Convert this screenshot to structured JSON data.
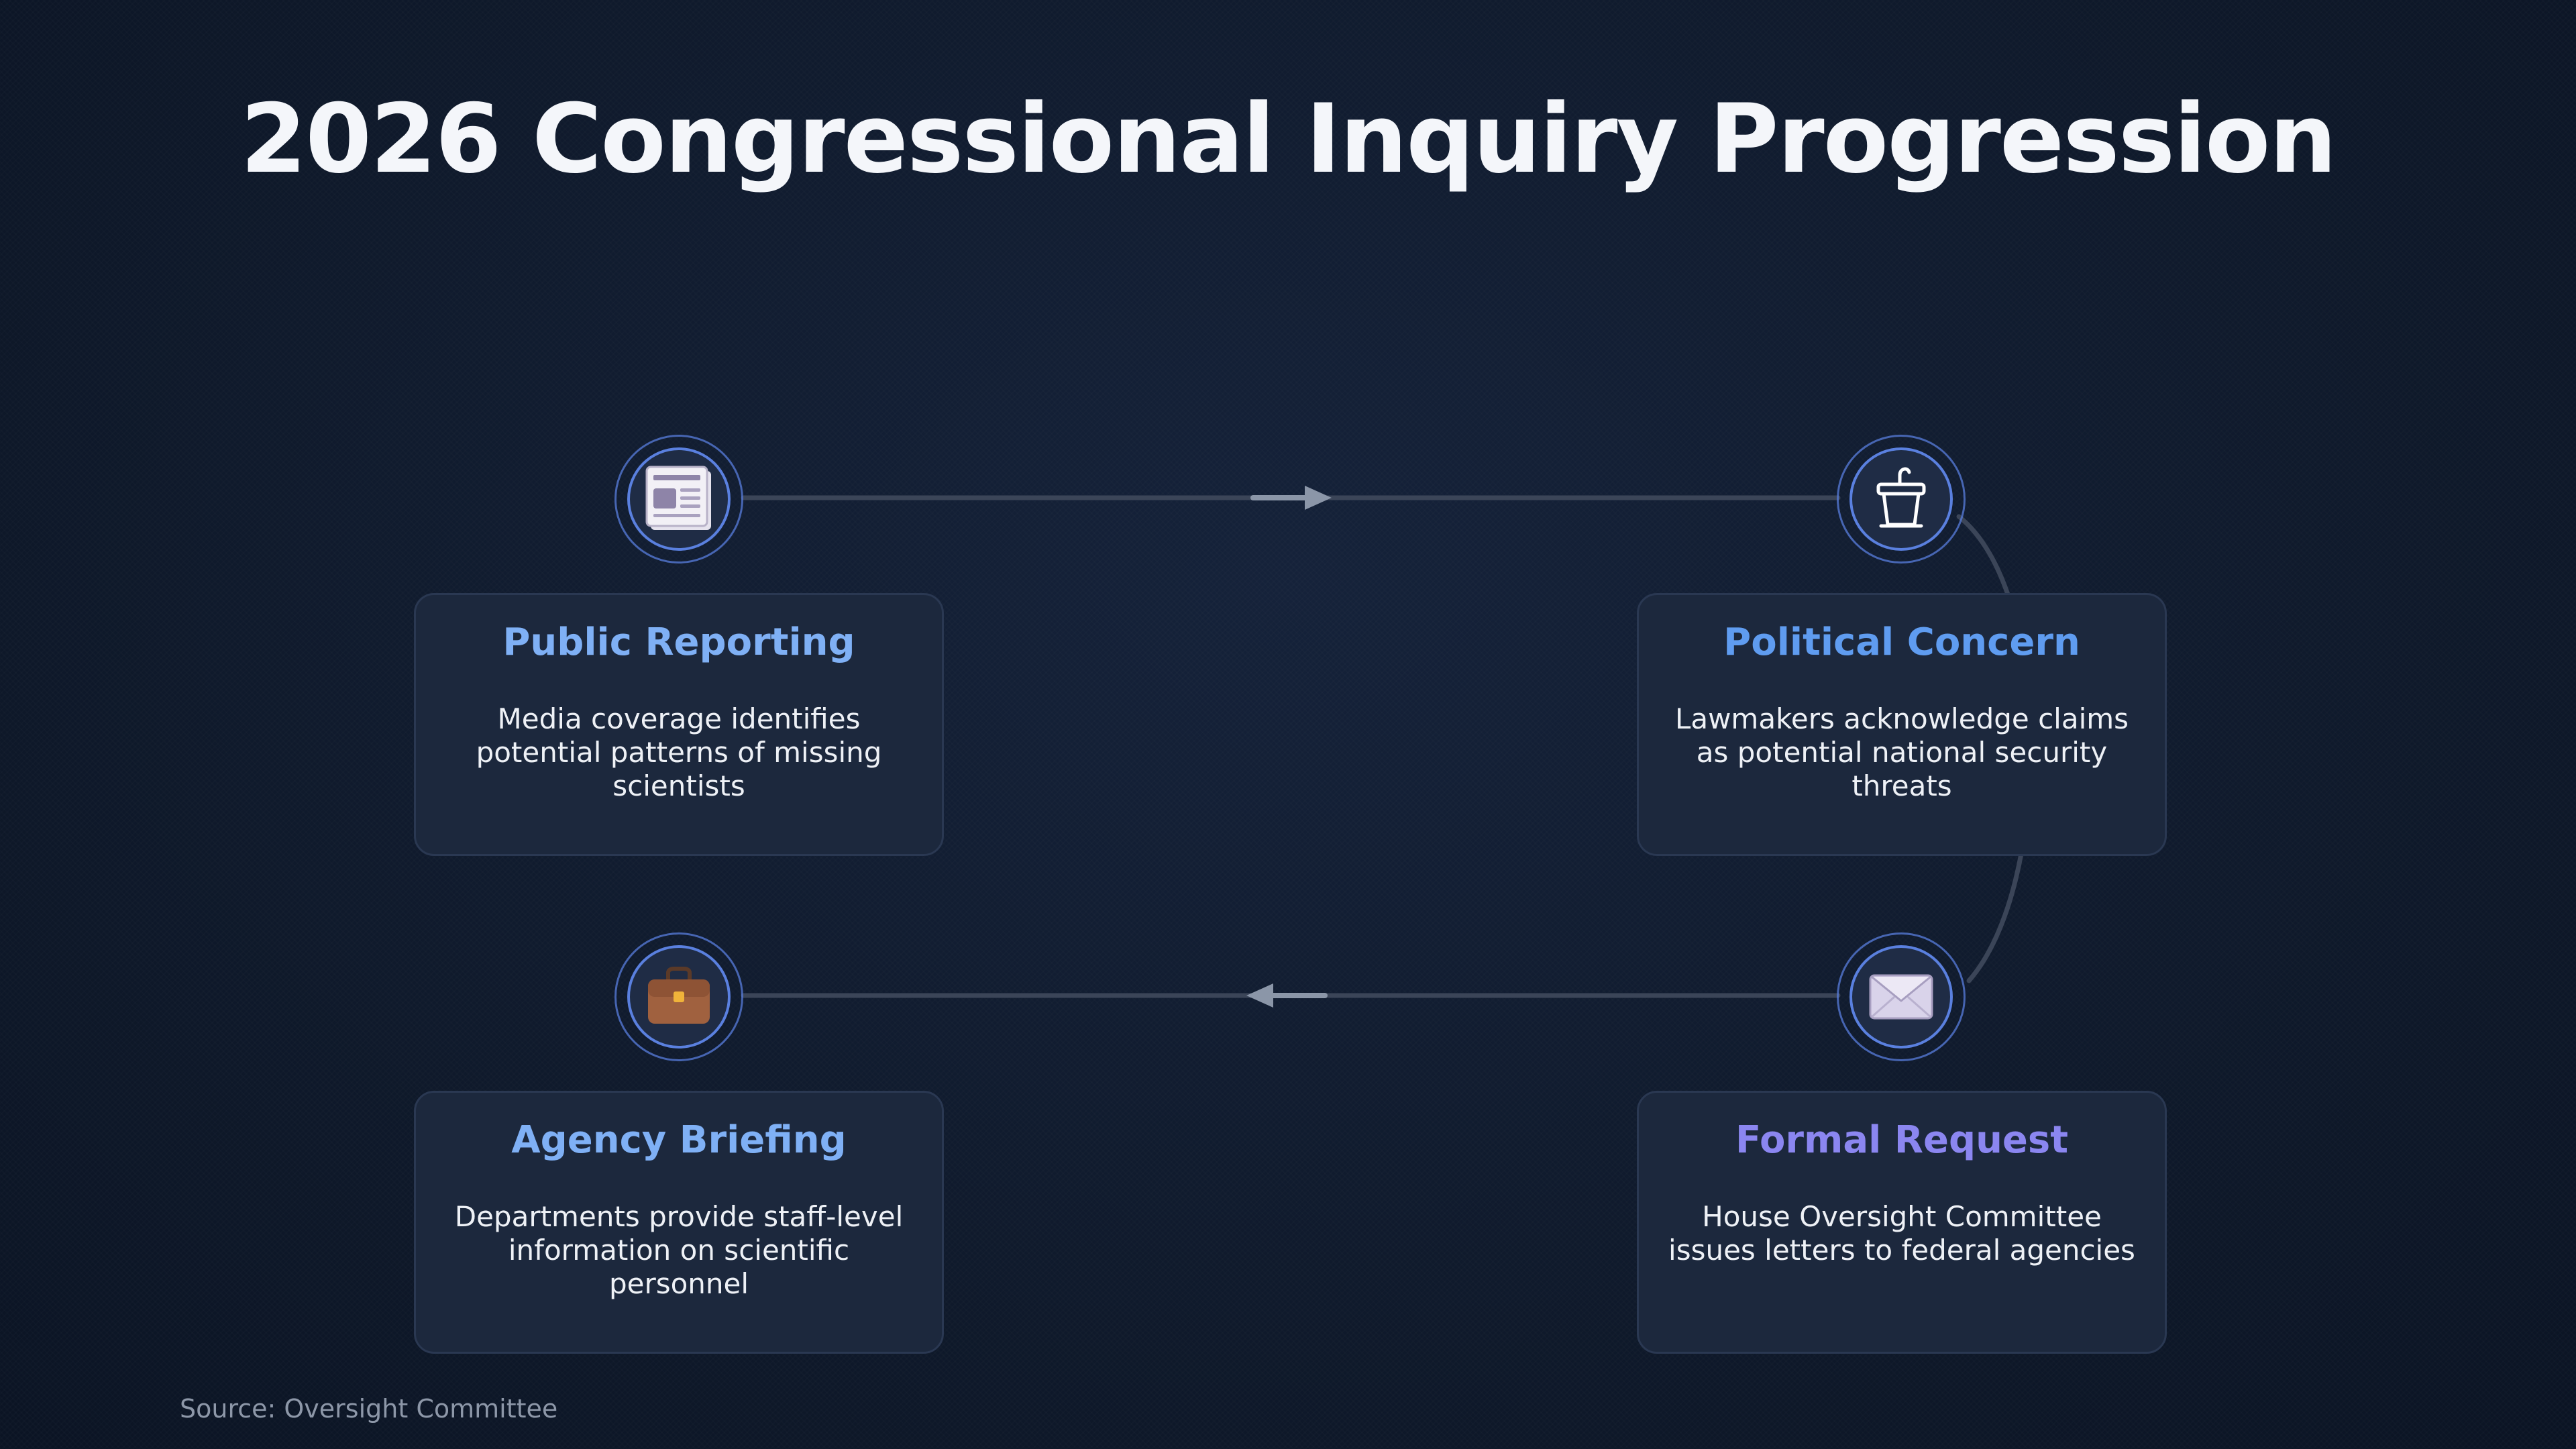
{
  "title": "2026 Congressional Inquiry Progression",
  "steps": [
    {
      "heading": "Public Reporting",
      "text": "Media coverage identifies potential patterns of missing scientists",
      "icon": "newspaper-icon",
      "color": "#7fb0f5"
    },
    {
      "heading": "Political Concern",
      "text": "Lawmakers acknowledge claims as potential national security threats",
      "icon": "podium-icon",
      "color": "#5f9cf0"
    },
    {
      "heading": "Formal Request",
      "text": "House Oversight Committee issues letters to federal agencies",
      "icon": "envelope-icon",
      "color": "#8b86f0"
    },
    {
      "heading": "Agency Briefing",
      "text": "Departments provide staff-level information on scientific personnel",
      "icon": "briefcase-icon",
      "color": "#7fb0f5"
    }
  ],
  "source": "Source: Oversight Committee",
  "colors": {
    "background": "#0f1a2d",
    "card": "#1c283d",
    "connector": "#3b4558",
    "arrow": "#8b96a8",
    "ring": "#5a7ede"
  }
}
